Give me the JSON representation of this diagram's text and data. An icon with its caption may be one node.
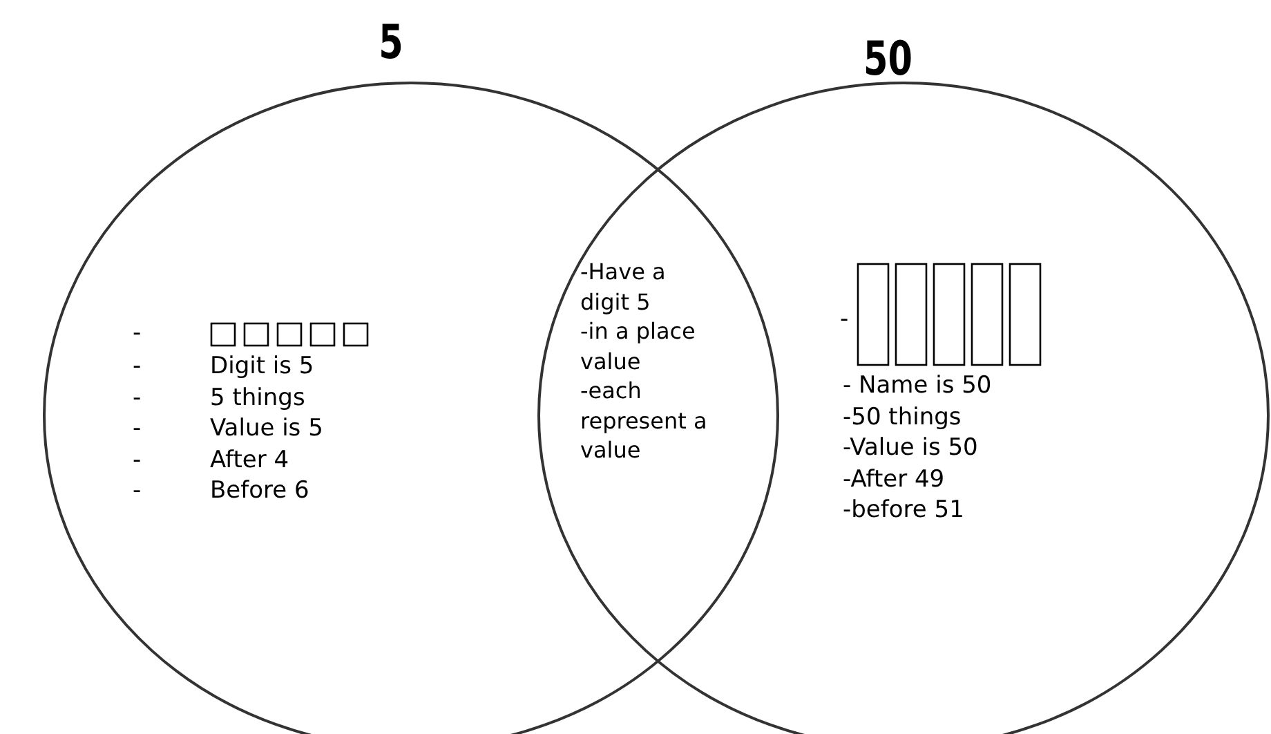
{
  "diagram": {
    "nodes": [
      {
        "text": [
          "5",
          "-",
          "-",
          "Digit is 5",
          "-",
          "5 things",
          "-",
          "Value is 5",
          "-",
          "After 4",
          "-",
          "Before 6"
        ]
      },
      {
        "text": [
          "50",
          "-",
          "- Name is 50",
          "-50 things",
          "-Value is 50",
          "-After 49",
          "-before 51"
        ]
      }
    ],
    "labels": [
      "-Have a digit 5",
      "-in a place value",
      "-each represent a value"
    ]
  }
}
